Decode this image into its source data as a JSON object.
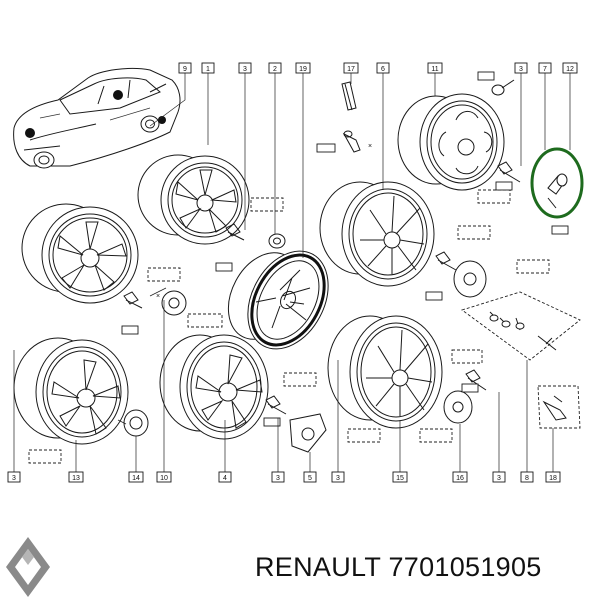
{
  "callouts_top": [
    "9",
    "1",
    "3",
    "2",
    "19",
    "17",
    "6",
    "11",
    "3",
    "7",
    "12"
  ],
  "callouts_bottom": [
    "3",
    "13",
    "14",
    "10",
    "4",
    "3",
    "5",
    "3",
    "15",
    "16",
    "3",
    "8",
    "18"
  ],
  "footer": {
    "brand": "RENAULT",
    "part_number": "7701051905"
  },
  "colors": {
    "highlight": "#1e6b1e",
    "line": "#1a1a1a"
  },
  "icons": {
    "logo": "renault-diamond-logo"
  }
}
